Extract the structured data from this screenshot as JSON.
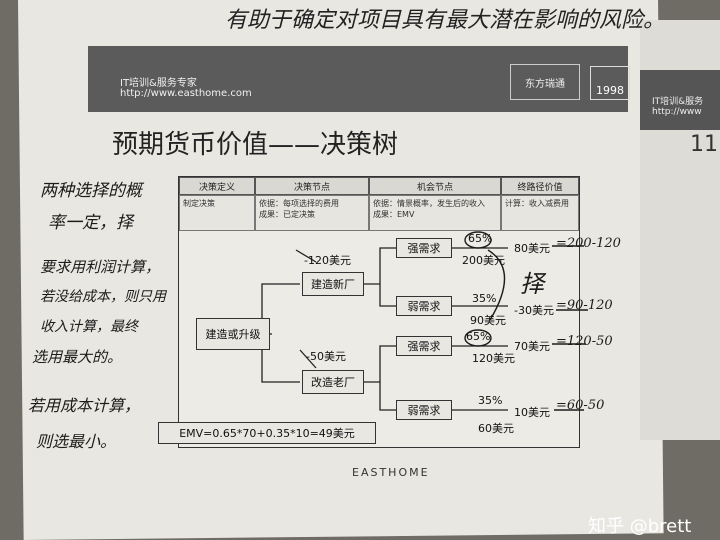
{
  "top_note": "有助于确定对项目具有最大潜在影响的风险。",
  "banner": {
    "line1": "IT培训&服务专家",
    "line2": "http://www.easthome.com",
    "logo_text": "东方瑞通",
    "badge_text": "1998"
  },
  "right_page": {
    "line1": "IT培训&服务",
    "line2": "http://www",
    "page_number": "11"
  },
  "slide_title": "预期货币价值——决策树",
  "table": {
    "headers": [
      "决策定义",
      "决策节点",
      "机会节点",
      "终路径价值"
    ],
    "rows": [
      "制定决策",
      "依据：每项选择的费用\n成果：已定决策",
      "依据：情景概率，发生后的收入\n成果：EMV",
      "计算：收入减费用"
    ]
  },
  "tree": {
    "root": "建造或升级",
    "option_a": {
      "label": "建造新厂",
      "cost": "-120美元"
    },
    "option_b": {
      "label": "改造老厂",
      "cost": "-50美元"
    },
    "strong_a": "强需求",
    "weak_a": "弱需求",
    "strong_b": "强需求",
    "weak_b": "弱需求",
    "p_strong_a": "65%",
    "rev_strong_a": "200美元",
    "p_weak_a": "35%",
    "rev_weak_a": "90美元",
    "p_strong_b": "65%",
    "rev_strong_b": "120美元",
    "p_weak_b": "35%",
    "rev_weak_b": "60美元",
    "end1": "80美元",
    "end2": "-30美元",
    "end3": "70美元",
    "end4": "10美元",
    "emv": "EMV=0.65*70+0.35*10=49美元"
  },
  "hand_notes": {
    "choose": "择",
    "end1_note": "=200-120",
    "end2_note": "=90-120",
    "end3_note": "=120-50",
    "end4_note": "=60-50",
    "left_lines": [
      "两种选择的概",
      "率一定，择",
      "要求用利润计算，",
      "若没给成本，则只用",
      "收入计算，最终",
      "选用最大的。",
      "若用成本计算，",
      "则选最小。"
    ]
  },
  "footer": "EASTHOME",
  "watermark": "知乎 @brett"
}
